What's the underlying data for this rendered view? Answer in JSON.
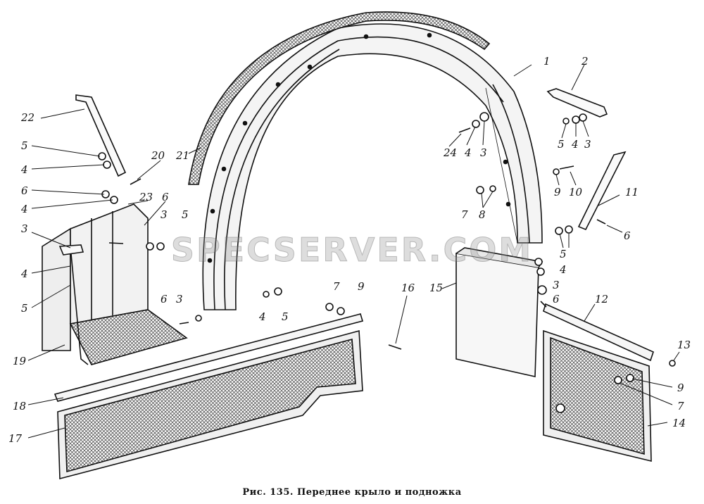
{
  "caption": "Рис. 135. Переднее крыло и подножка",
  "watermark": "SPECSERVER.COM",
  "colors": {
    "ink": "#111111",
    "paper": "#ffffff",
    "mesh": "#555555"
  },
  "labels": {
    "l1": "1",
    "l2": "2",
    "l3a": "3",
    "l3b": "3",
    "l3c": "3",
    "l3d": "3",
    "l3e": "3",
    "l3f": "3",
    "l4a": "4",
    "l4b": "4",
    "l4c": "4",
    "l4d": "4",
    "l4e": "4",
    "l4f": "4",
    "l4g": "4",
    "l5a": "5",
    "l5b": "5",
    "l5c": "5",
    "l5d": "5",
    "l5e": "5",
    "l5f": "5",
    "l6a": "6",
    "l6b": "6",
    "l6c": "6",
    "l6d": "6",
    "l6e": "6",
    "l7a": "7",
    "l7b": "7",
    "l7c": "7",
    "l8": "8",
    "l9a": "9",
    "l9b": "9",
    "l9c": "9",
    "l10": "10",
    "l11": "11",
    "l12": "12",
    "l13": "13",
    "l14": "14",
    "l15": "15",
    "l16": "16",
    "l17": "17",
    "l18": "18",
    "l19": "19",
    "l20": "20",
    "l21": "21",
    "l22": "22",
    "l23": "23",
    "l24": "24"
  }
}
